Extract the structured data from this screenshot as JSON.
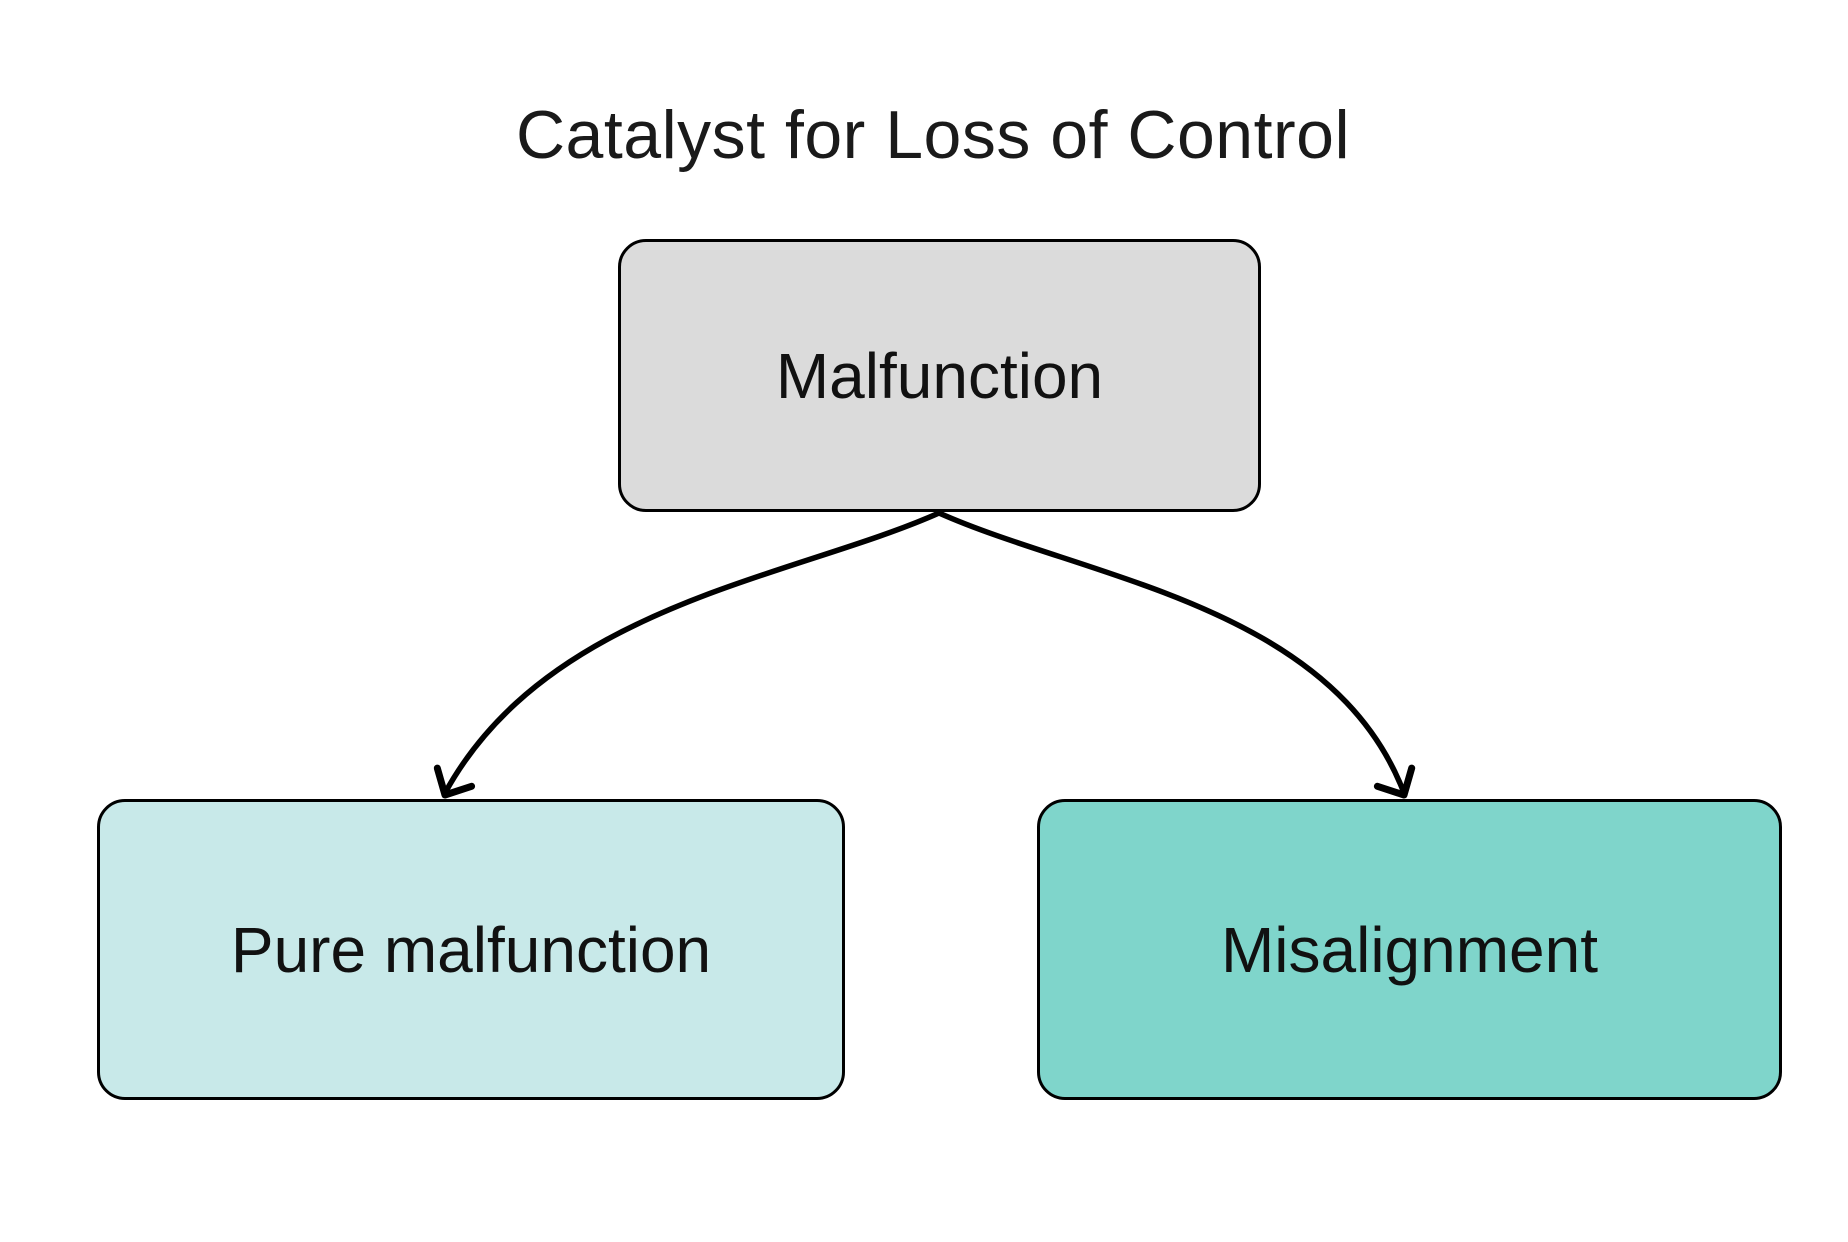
{
  "diagram": {
    "type": "flowchart",
    "title": "Catalyst for Loss of Control",
    "nodes": [
      {
        "id": "malfunction",
        "label": "Malfunction",
        "fill": "#dbdbdb"
      },
      {
        "id": "pure-malfunction",
        "label": "Pure malfunction",
        "fill": "#c8e9e9"
      },
      {
        "id": "misalignment",
        "label": "Misalignment",
        "fill": "#7fd5cb"
      }
    ],
    "edges": [
      {
        "from": "Malfunction",
        "to": "Pure malfunction",
        "style": "curved-arrow"
      },
      {
        "from": "Malfunction",
        "to": "Misalignment",
        "style": "curved-arrow"
      }
    ],
    "colors": {
      "background": "#ffffff",
      "border": "#000000",
      "edge": "#000000",
      "title_text": "#1a1a1a",
      "node_text": "#111111"
    }
  }
}
